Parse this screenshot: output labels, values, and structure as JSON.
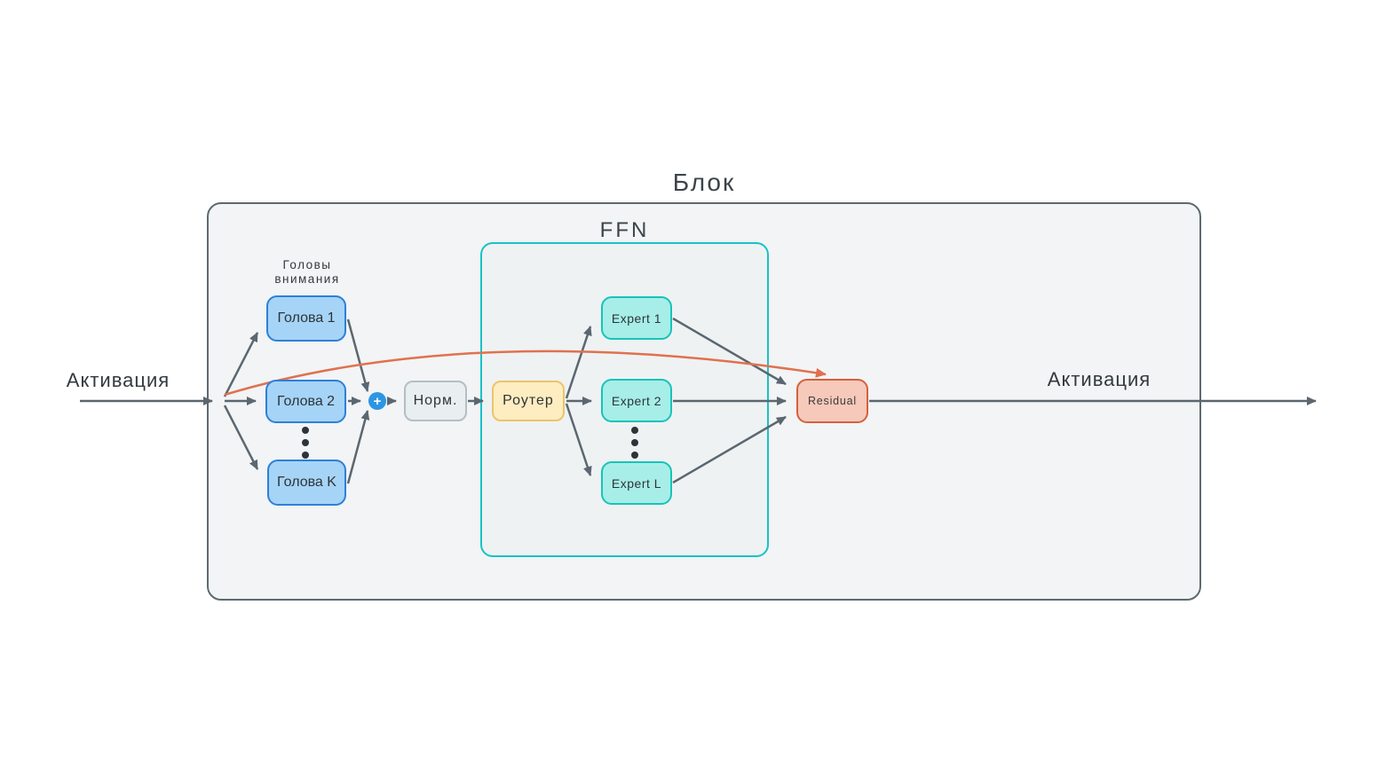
{
  "diagram": {
    "title": "Блок",
    "input_label": "Активация",
    "output_label": "Активация",
    "ffn_label": "FFN",
    "attention_group_label": {
      "line1": "Головы",
      "line2": "внимания"
    },
    "nodes": {
      "head1": "Голова 1",
      "head2": "Голова 2",
      "headK": "Голова K",
      "sum_symbol": "+",
      "norm": "Норм.",
      "router": "Роутер",
      "expert1": "Expert 1",
      "expert2": "Expert 2",
      "expertL": "Expert L",
      "residual": "Residual"
    },
    "colors": {
      "background": "#ffffff",
      "block_fill": "#f2f4f5",
      "block_border": "#5d6a70",
      "ffn_fill": "#eff2f3",
      "ffn_border": "#17c3c7",
      "head_fill": "#a5d4f7",
      "head_border": "#2e7fd9",
      "norm_fill": "#e9eef0",
      "norm_border": "#b4bfc4",
      "router_fill": "#fdedc0",
      "router_border": "#ecc46a",
      "expert_fill": "#a7eee8",
      "expert_border": "#17c3b8",
      "residual_fill": "#f6c9ba",
      "residual_border": "#d4603f",
      "sum_circle": "#2d95e3",
      "arrow": "#5b6770",
      "skip_connection": "#e0714f",
      "text": "#33393d"
    }
  }
}
